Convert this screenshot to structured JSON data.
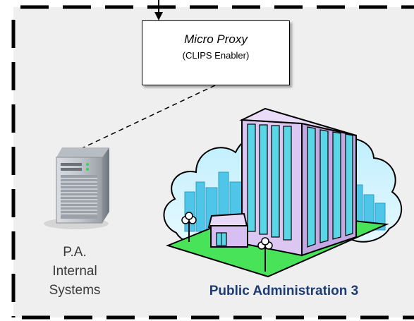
{
  "proxy": {
    "title": "Micro Proxy",
    "subtitle": "(CLIPS Enabler)"
  },
  "systems": {
    "line1": "P.A.",
    "line2": "Internal",
    "line3": "Systems"
  },
  "administration": {
    "label": "Public Administration 3"
  },
  "colors": {
    "panel_background": "#efefef",
    "border": "#000000",
    "label_blue": "#1f3c72",
    "sky": "#c7eefc",
    "building_purple": "#cfb4ec",
    "window_cyan": "#5ad7e6",
    "grass": "#49e35a"
  },
  "icons": {
    "server": "server-tower-icon",
    "building": "office-building-icon"
  }
}
